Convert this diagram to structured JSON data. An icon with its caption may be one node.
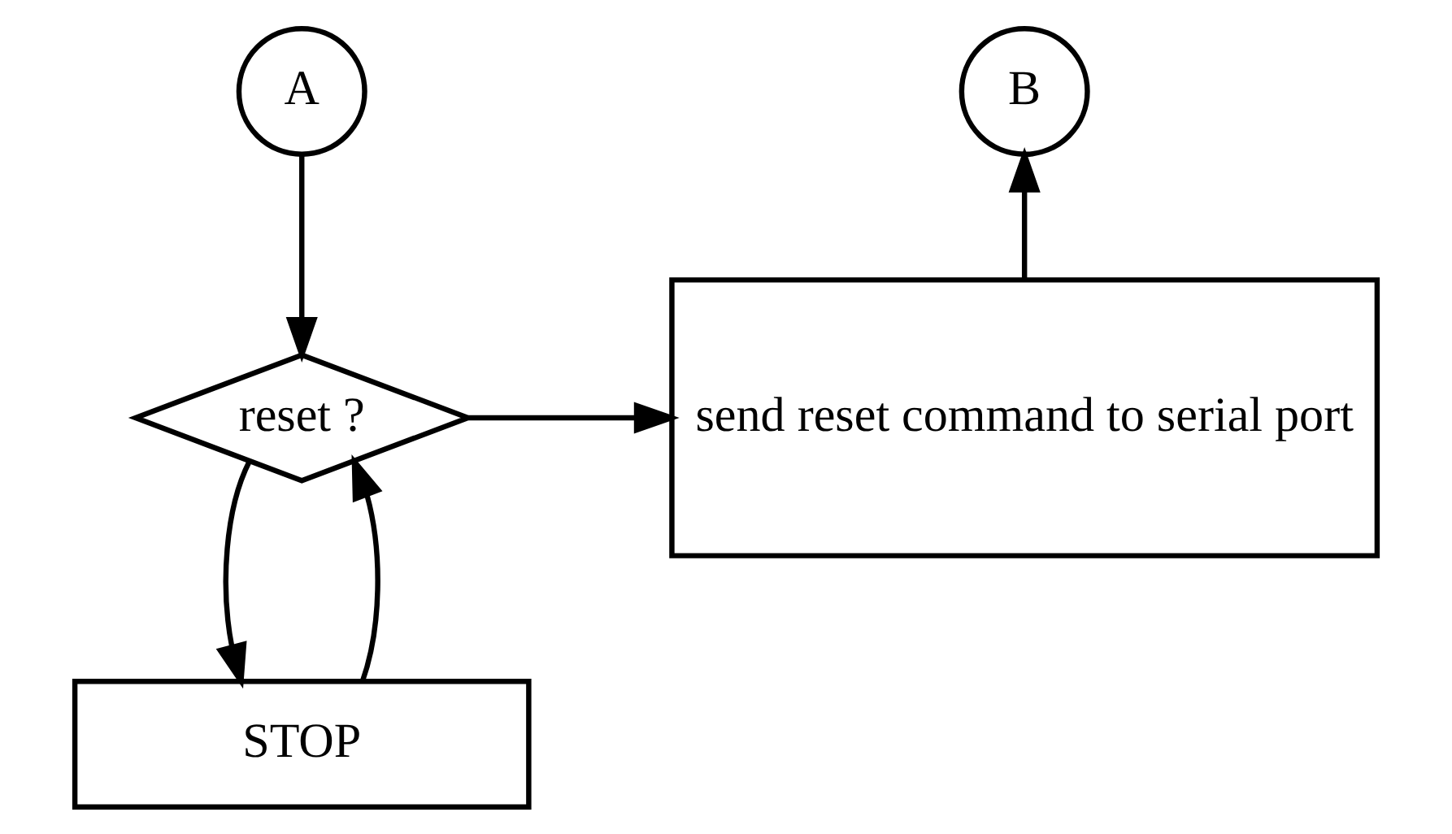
{
  "diagram": {
    "nodes": [
      {
        "text": [
          "A"
        ]
      },
      {
        "text": [
          "reset ?"
        ]
      },
      {
        "text": [
          "send reset command to serial port"
        ]
      },
      {
        "text": [
          "B"
        ]
      },
      {
        "text": [
          "STOP"
        ]
      }
    ],
    "edges": [
      {
        "from": 0,
        "to": 1,
        "arrow": "to"
      },
      {
        "from": 1,
        "to": 2,
        "arrow": "to"
      },
      {
        "from": 2,
        "to": 3,
        "arrow": "to"
      },
      {
        "from": 1,
        "to": 4,
        "arrow": "to"
      },
      {
        "from": 4,
        "to": 1,
        "arrow": "to"
      }
    ]
  }
}
